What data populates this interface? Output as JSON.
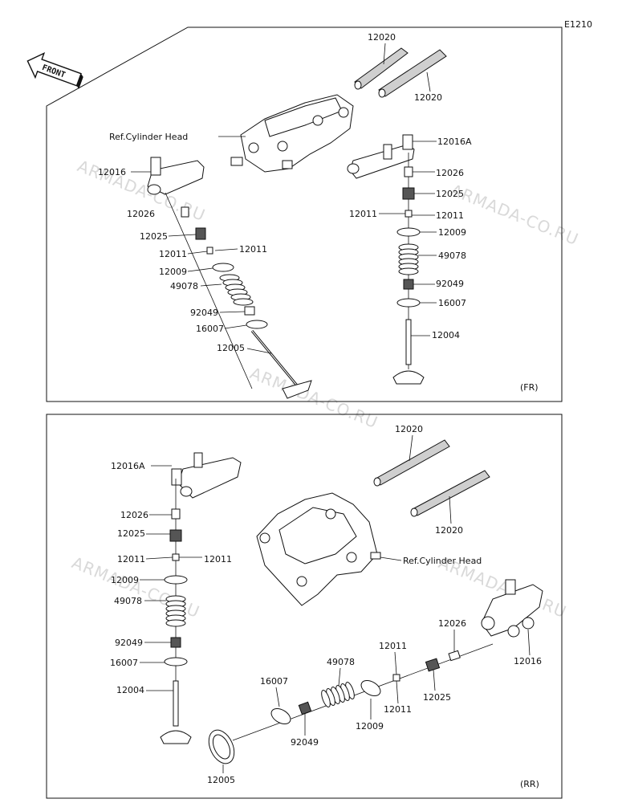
{
  "diagram_code": "E1210",
  "front_label": "FRONT",
  "watermark": "ARMADA-CO.RU",
  "panels": {
    "fr": {
      "tag": "(FR)",
      "ref": "Ref.Cylinder Head",
      "labels": {
        "shaft_a": "12020",
        "shaft_b": "12020",
        "arm_right": "12016A",
        "arm_left": "12016",
        "adj_l": "12026",
        "adj_r": "12026",
        "nut_l": "12025",
        "nut_r": "12025",
        "cot_l1": "12011",
        "cot_l2": "12011",
        "cot_r1": "12011",
        "cot_r2": "12011",
        "ret_l": "12009",
        "ret_r": "12009",
        "spr_l": "49078",
        "spr_r": "49078",
        "seal_l": "92049",
        "seal_r": "92049",
        "seat_l": "16007",
        "seat_r": "16007",
        "valve_l": "12005",
        "valve_r": "12004"
      }
    },
    "rr": {
      "tag": "(RR)",
      "ref": "Ref.Cylinder Head",
      "labels": {
        "shaft_a": "12020",
        "shaft_b": "12020",
        "arm_a": "12016A",
        "arm_b": "12016",
        "adj_a": "12026",
        "adj_b": "12026",
        "nut_a": "12025",
        "nut_b": "12025",
        "cot_a1": "12011",
        "cot_a2": "12011",
        "cot_b1": "12011",
        "cot_b2": "12011",
        "ret_a": "12009",
        "ret_b": "12009",
        "spr_a": "49078",
        "spr_b": "49078",
        "seal_a": "92049",
        "seal_b": "92049",
        "seat_a": "16007",
        "seat_b": "16007",
        "valve_a": "12004",
        "valve_b": "12005"
      }
    }
  }
}
